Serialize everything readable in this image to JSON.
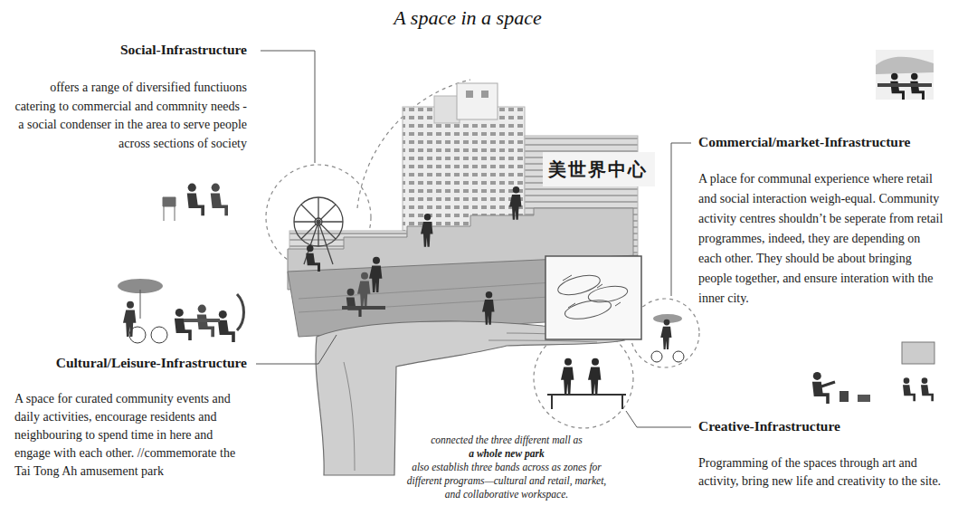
{
  "diagram": {
    "title": "A space in a space",
    "labels": [
      "Social-Infrastructure",
      "offers a range of diversified functiuons catering to commercial and commnity needs - a social condenser in the area to serve people across sections of society",
      "Cultural/Leisure-Infrastructure",
      "A space for curated community events and daily activities, encourage residents and neighbouring to spend time in here and engage with each other. //commemorate the Tai Tong Ah amusement park",
      "美世界中心",
      "Commercial/market-Infrastructure",
      "A place for communal experience where retail and social interaction weigh-equal. Community activity centres shouldn’t be seperate from retail programmes, indeed, they are depending on each other. They should be about bringing people together, and ensure interation with the inner city.",
      "connected the three different mall as",
      "a whole new park",
      "also establish three bands across as zones for different programs—cultural and retail, market, and collaborative workspace.",
      "Creative-Infrastructure",
      "Programming of the spaces through art and activity, bring new life and creativity to the site."
    ]
  }
}
